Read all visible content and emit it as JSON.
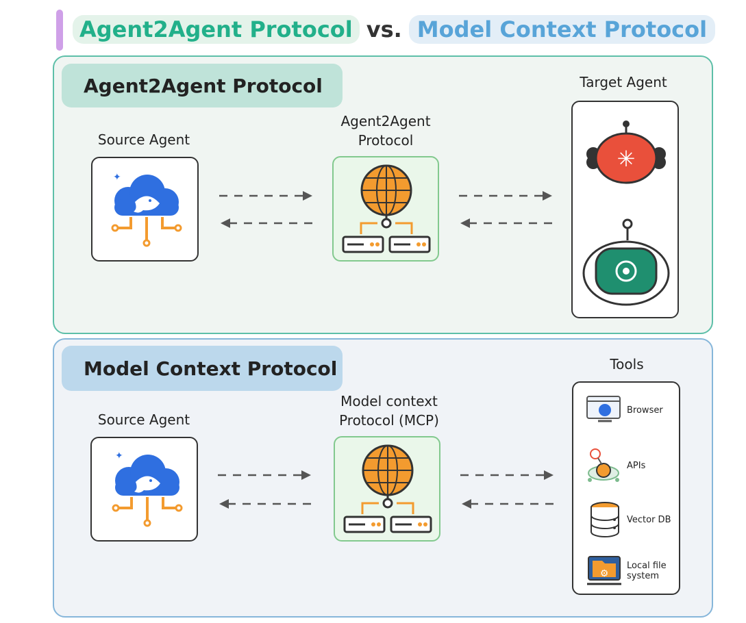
{
  "title": {
    "part1": "Agent2Agent Protocol",
    "vs": "vs.",
    "part2": "Model Context Protocol"
  },
  "a2a": {
    "heading": "Agent2Agent Protocol",
    "source_label": "Source Agent",
    "middle_label_line1": "Agent2Agent",
    "middle_label_line2": "Protocol",
    "target_label": "Target Agent"
  },
  "mcp": {
    "heading": "Model Context Protocol",
    "source_label": "Source Agent",
    "middle_label_line1": "Model context",
    "middle_label_line2": "Protocol (MCP)",
    "tools_label": "Tools",
    "tools": [
      {
        "label": "Browser",
        "icon": "browser-icon"
      },
      {
        "label": "APIs",
        "icon": "api-icon"
      },
      {
        "label": "Vector DB",
        "icon": "database-icon"
      },
      {
        "label_line1": "Local file",
        "label_line2": "system",
        "icon": "folder-gear-icon"
      }
    ]
  },
  "colors": {
    "a2a_accent": "#22b08a",
    "mcp_accent": "#58a4d8",
    "cloud_blue": "#2f6fe0",
    "orange": "#f39b2f",
    "robot_red": "#e9503b",
    "robot_green": "#1f8f6f"
  }
}
